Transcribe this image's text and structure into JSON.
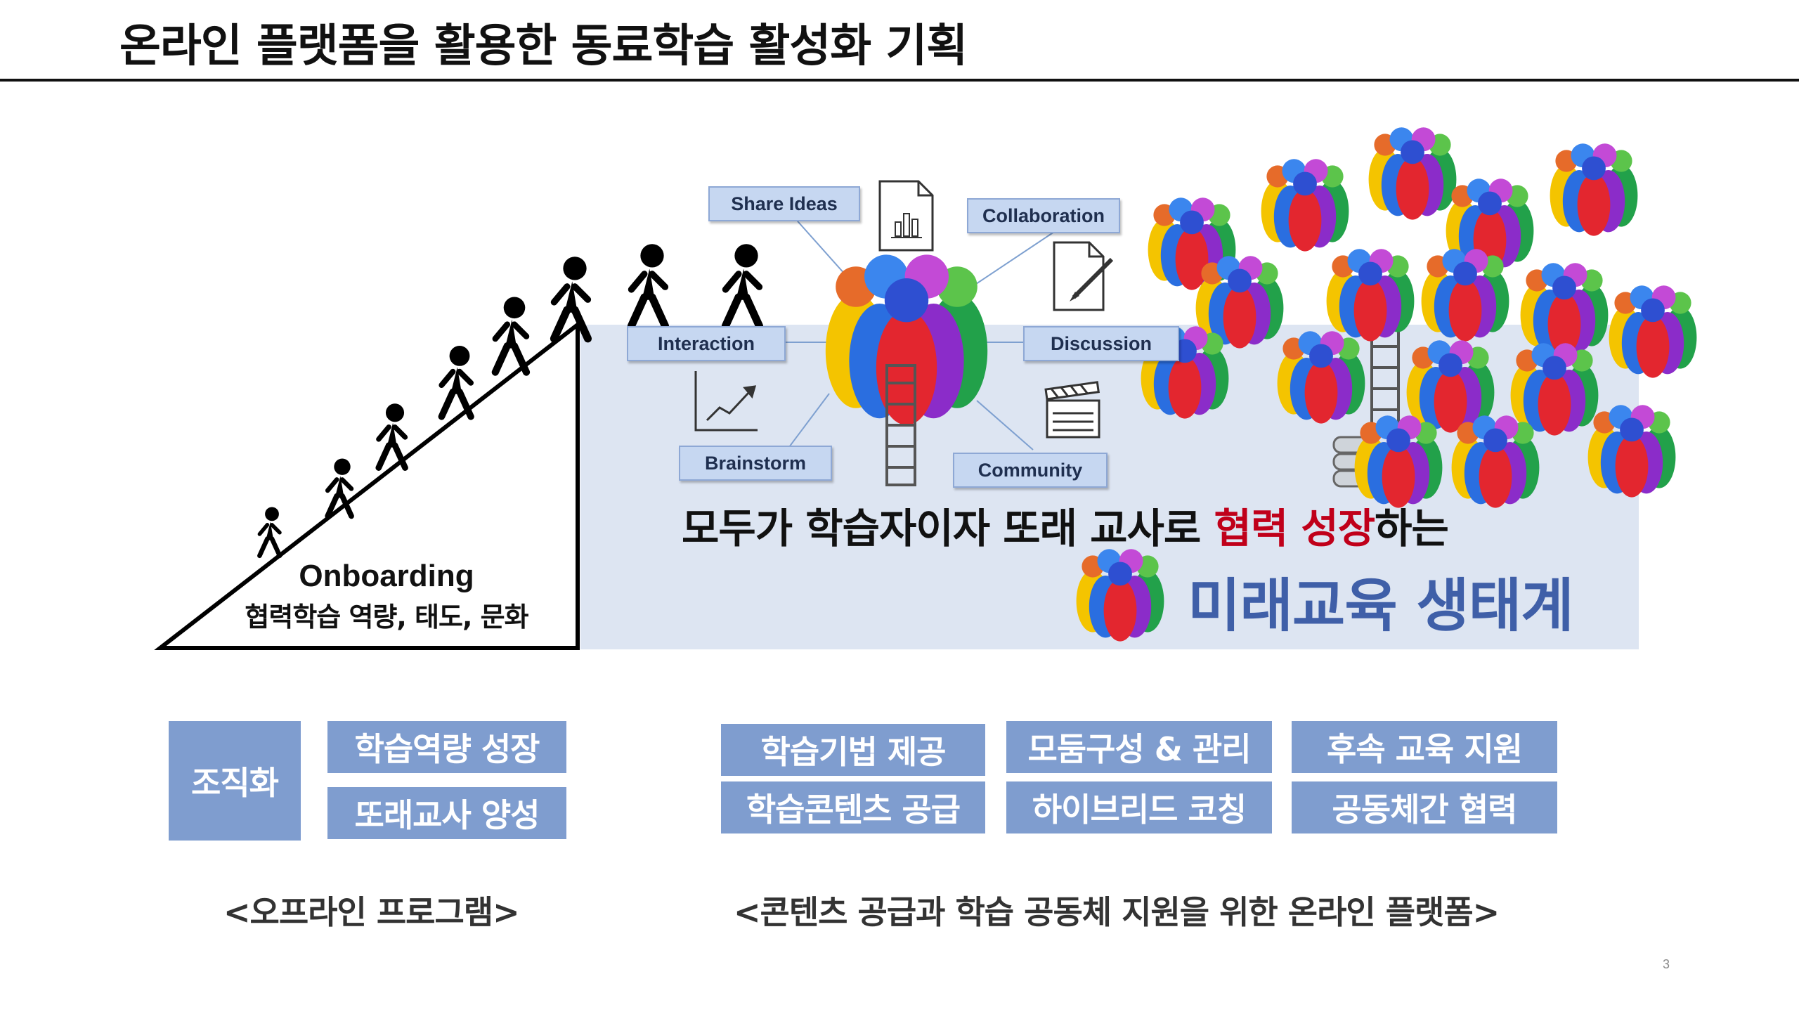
{
  "slide": {
    "title": "온라인 플랫폼을 활용한 동료학습 활성화 기획",
    "page_number": "3"
  },
  "diagram": {
    "tags": {
      "share_ideas": "Share Ideas",
      "collaboration": "Collaboration",
      "interaction": "Interaction",
      "discussion": "Discussion",
      "brainstorm": "Brainstorm",
      "community": "Community"
    },
    "onboarding": {
      "title": "Onboarding",
      "subtitle": "협력학습 역량, 태도, 문화"
    },
    "headline": {
      "part1": "모두가 학습자이자 또래 교사로 ",
      "highlight": "협력 성장",
      "part2": "하는",
      "ecosystem": "미래교육 생태계"
    },
    "colors": {
      "accent_red": "#c0001a",
      "ecosystem_blue": "#3f5fa8",
      "box_blue": "#7f9dcf",
      "panel_bg": "#dde5f2"
    }
  },
  "offline": {
    "org_label": "조직화",
    "items": [
      "학습역량 성장",
      "또래교사 양성"
    ],
    "caption": "<오프라인 프로그램>"
  },
  "online": {
    "items": [
      "학습기법 제공",
      "모둠구성 & 관리",
      "후속 교육 지원",
      "학습콘텐츠 공급",
      "하이브리드 코칭",
      "공동체간 협력"
    ],
    "caption": "<콘텐츠 공급과 학습 공동체 지원을 위한 온라인 플랫폼>"
  }
}
